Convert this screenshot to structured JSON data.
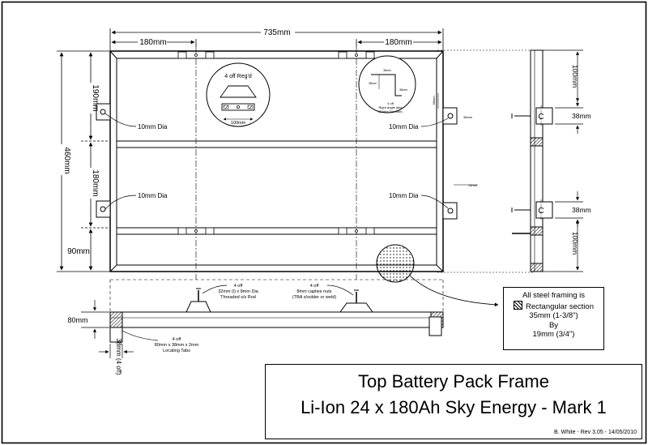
{
  "dimensions": {
    "overall_width": "735mm",
    "left_section": "180mm",
    "right_section": "180mm",
    "overall_height": "460mm",
    "top_gap": "190mm",
    "middle_gap": "180mm",
    "bottom_gap": "90mm",
    "side_top": "100mm",
    "side_bottom": "100mm",
    "side_tab_top": "38mm",
    "side_tab_bottom": "38mm",
    "base_height": "80mm",
    "base_tab": "38mm (4 off)"
  },
  "callouts": {
    "hole_top_left": "10mm Dia",
    "hole_top_right": "10mm Dia",
    "hole_mid_left": "10mm Dia",
    "hole_mid_right": "10mm Dia",
    "detail_tab_title": "4 off Reg'd",
    "detail_tab_width": "100mm",
    "detail_angle_line1": "4 off",
    "detail_angle_line2": "Right angle tabs",
    "detail_angle_line3": "(10mm Dia hole)",
    "detail_angle_dim1": "38mm",
    "detail_angle_dim2": "38mm",
    "detail_angle_dim3": "38mm",
    "right_small_1": "38mm",
    "right_small_2": "15mm",
    "rod_line1": "4 off",
    "rod_line2": "32mm (l) x 8mm Dia",
    "rod_line3": "Threaded s/s Rod",
    "nut_line1": "4 off",
    "nut_line2": "8mm captive nuts",
    "nut_line3": "(TBA s/solder or weld)",
    "locating_line1": "4 off",
    "locating_line2": "80mm x 38mm x 2mm",
    "locating_line3": "Locating Tabs"
  },
  "note": {
    "line1": "All steel framing is",
    "line2": "Rectangular section",
    "line3": "35mm (1-3/8\")",
    "line4": "By",
    "line5": "19mm (3/4\")"
  },
  "title_block": {
    "title": "Top Battery Pack Frame",
    "subtitle": "Li-Ion 24 x 180Ah Sky Energy - Mark 1",
    "revision": "B. White - Rev 3.05 - 14/05/2010"
  }
}
